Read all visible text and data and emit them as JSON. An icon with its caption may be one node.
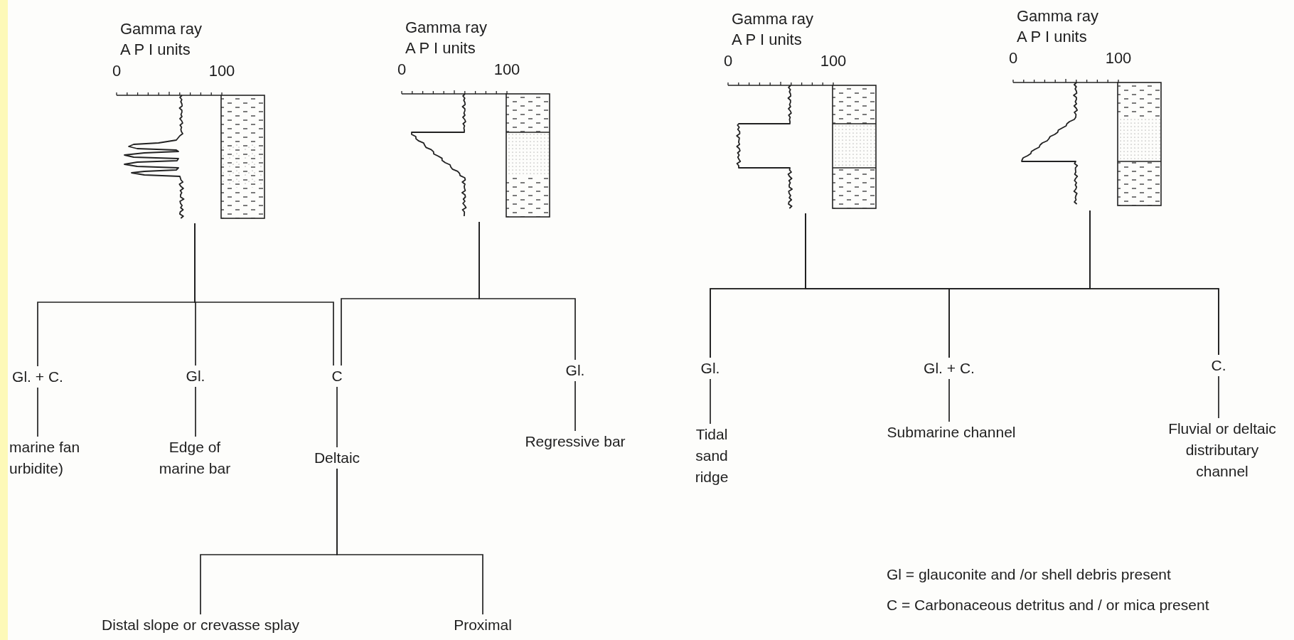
{
  "diagram": {
    "nodes": [
      {
        "text": [
          "Gamma ray A P I units"
        ]
      },
      {
        "text": [
          "Gamma ray A P I units"
        ]
      },
      {
        "text": [
          "Gamma ray A P I units"
        ]
      },
      {
        "text": [
          "Gamma ray A P I units"
        ]
      },
      {
        "text": [
          "Gl. + C."
        ]
      },
      {
        "text": [
          "Gl."
        ]
      },
      {
        "text": [
          "C"
        ]
      },
      {
        "text": [
          "Gl."
        ]
      },
      {
        "text": [
          "Gl."
        ]
      },
      {
        "text": [
          "Gl. + C."
        ]
      },
      {
        "text": [
          "C."
        ]
      },
      {
        "text": [
          "marine fan urbidite)"
        ]
      },
      {
        "text": [
          "Edge of marine bar"
        ]
      },
      {
        "text": [
          "Deltaic"
        ]
      },
      {
        "text": [
          "Regressive bar"
        ]
      },
      {
        "text": [
          "Tidal sand ridge"
        ]
      },
      {
        "text": [
          "Submarine channel"
        ]
      },
      {
        "text": [
          "Fluvial or deltaic distributary channel"
        ]
      },
      {
        "text": [
          "Distal slope or crevasse splay"
        ]
      },
      {
        "text": [
          "Proximal"
        ]
      }
    ],
    "edges": [
      {
        "from": 0,
        "to": 4,
        "arrow": "none"
      },
      {
        "from": 0,
        "to": 5,
        "arrow": "none"
      },
      {
        "from": 0,
        "to": 6,
        "arrow": "none"
      },
      {
        "from": 1,
        "to": 6,
        "arrow": "none"
      },
      {
        "from": 1,
        "to": 7,
        "arrow": "none"
      },
      {
        "from": 2,
        "to": 8,
        "arrow": "none"
      },
      {
        "from": 2,
        "to": 9,
        "arrow": "none"
      },
      {
        "from": 2,
        "to": 10,
        "arrow": "none"
      },
      {
        "from": 3,
        "to": 8,
        "arrow": "none"
      },
      {
        "from": 3,
        "to": 9,
        "arrow": "none"
      },
      {
        "from": 3,
        "to": 10,
        "arrow": "none"
      },
      {
        "from": 4,
        "to": 11,
        "arrow": "none"
      },
      {
        "from": 5,
        "to": 12,
        "arrow": "none"
      },
      {
        "from": 6,
        "to": 13,
        "arrow": "none"
      },
      {
        "from": 7,
        "to": 14,
        "arrow": "none"
      },
      {
        "from": 8,
        "to": 15,
        "arrow": "none"
      },
      {
        "from": 9,
        "to": 16,
        "arrow": "none"
      },
      {
        "from": 10,
        "to": 17,
        "arrow": "none"
      },
      {
        "from": 13,
        "to": 18,
        "arrow": "none"
      },
      {
        "from": 13,
        "to": 19,
        "arrow": "none"
      }
    ],
    "labels": [
      "0",
      "100",
      "0",
      "100",
      "0",
      "100",
      "0",
      "100",
      "Gl = glauconite and /or shell debris present",
      "C = Carbonaceous detritus and / or mica present"
    ]
  }
}
